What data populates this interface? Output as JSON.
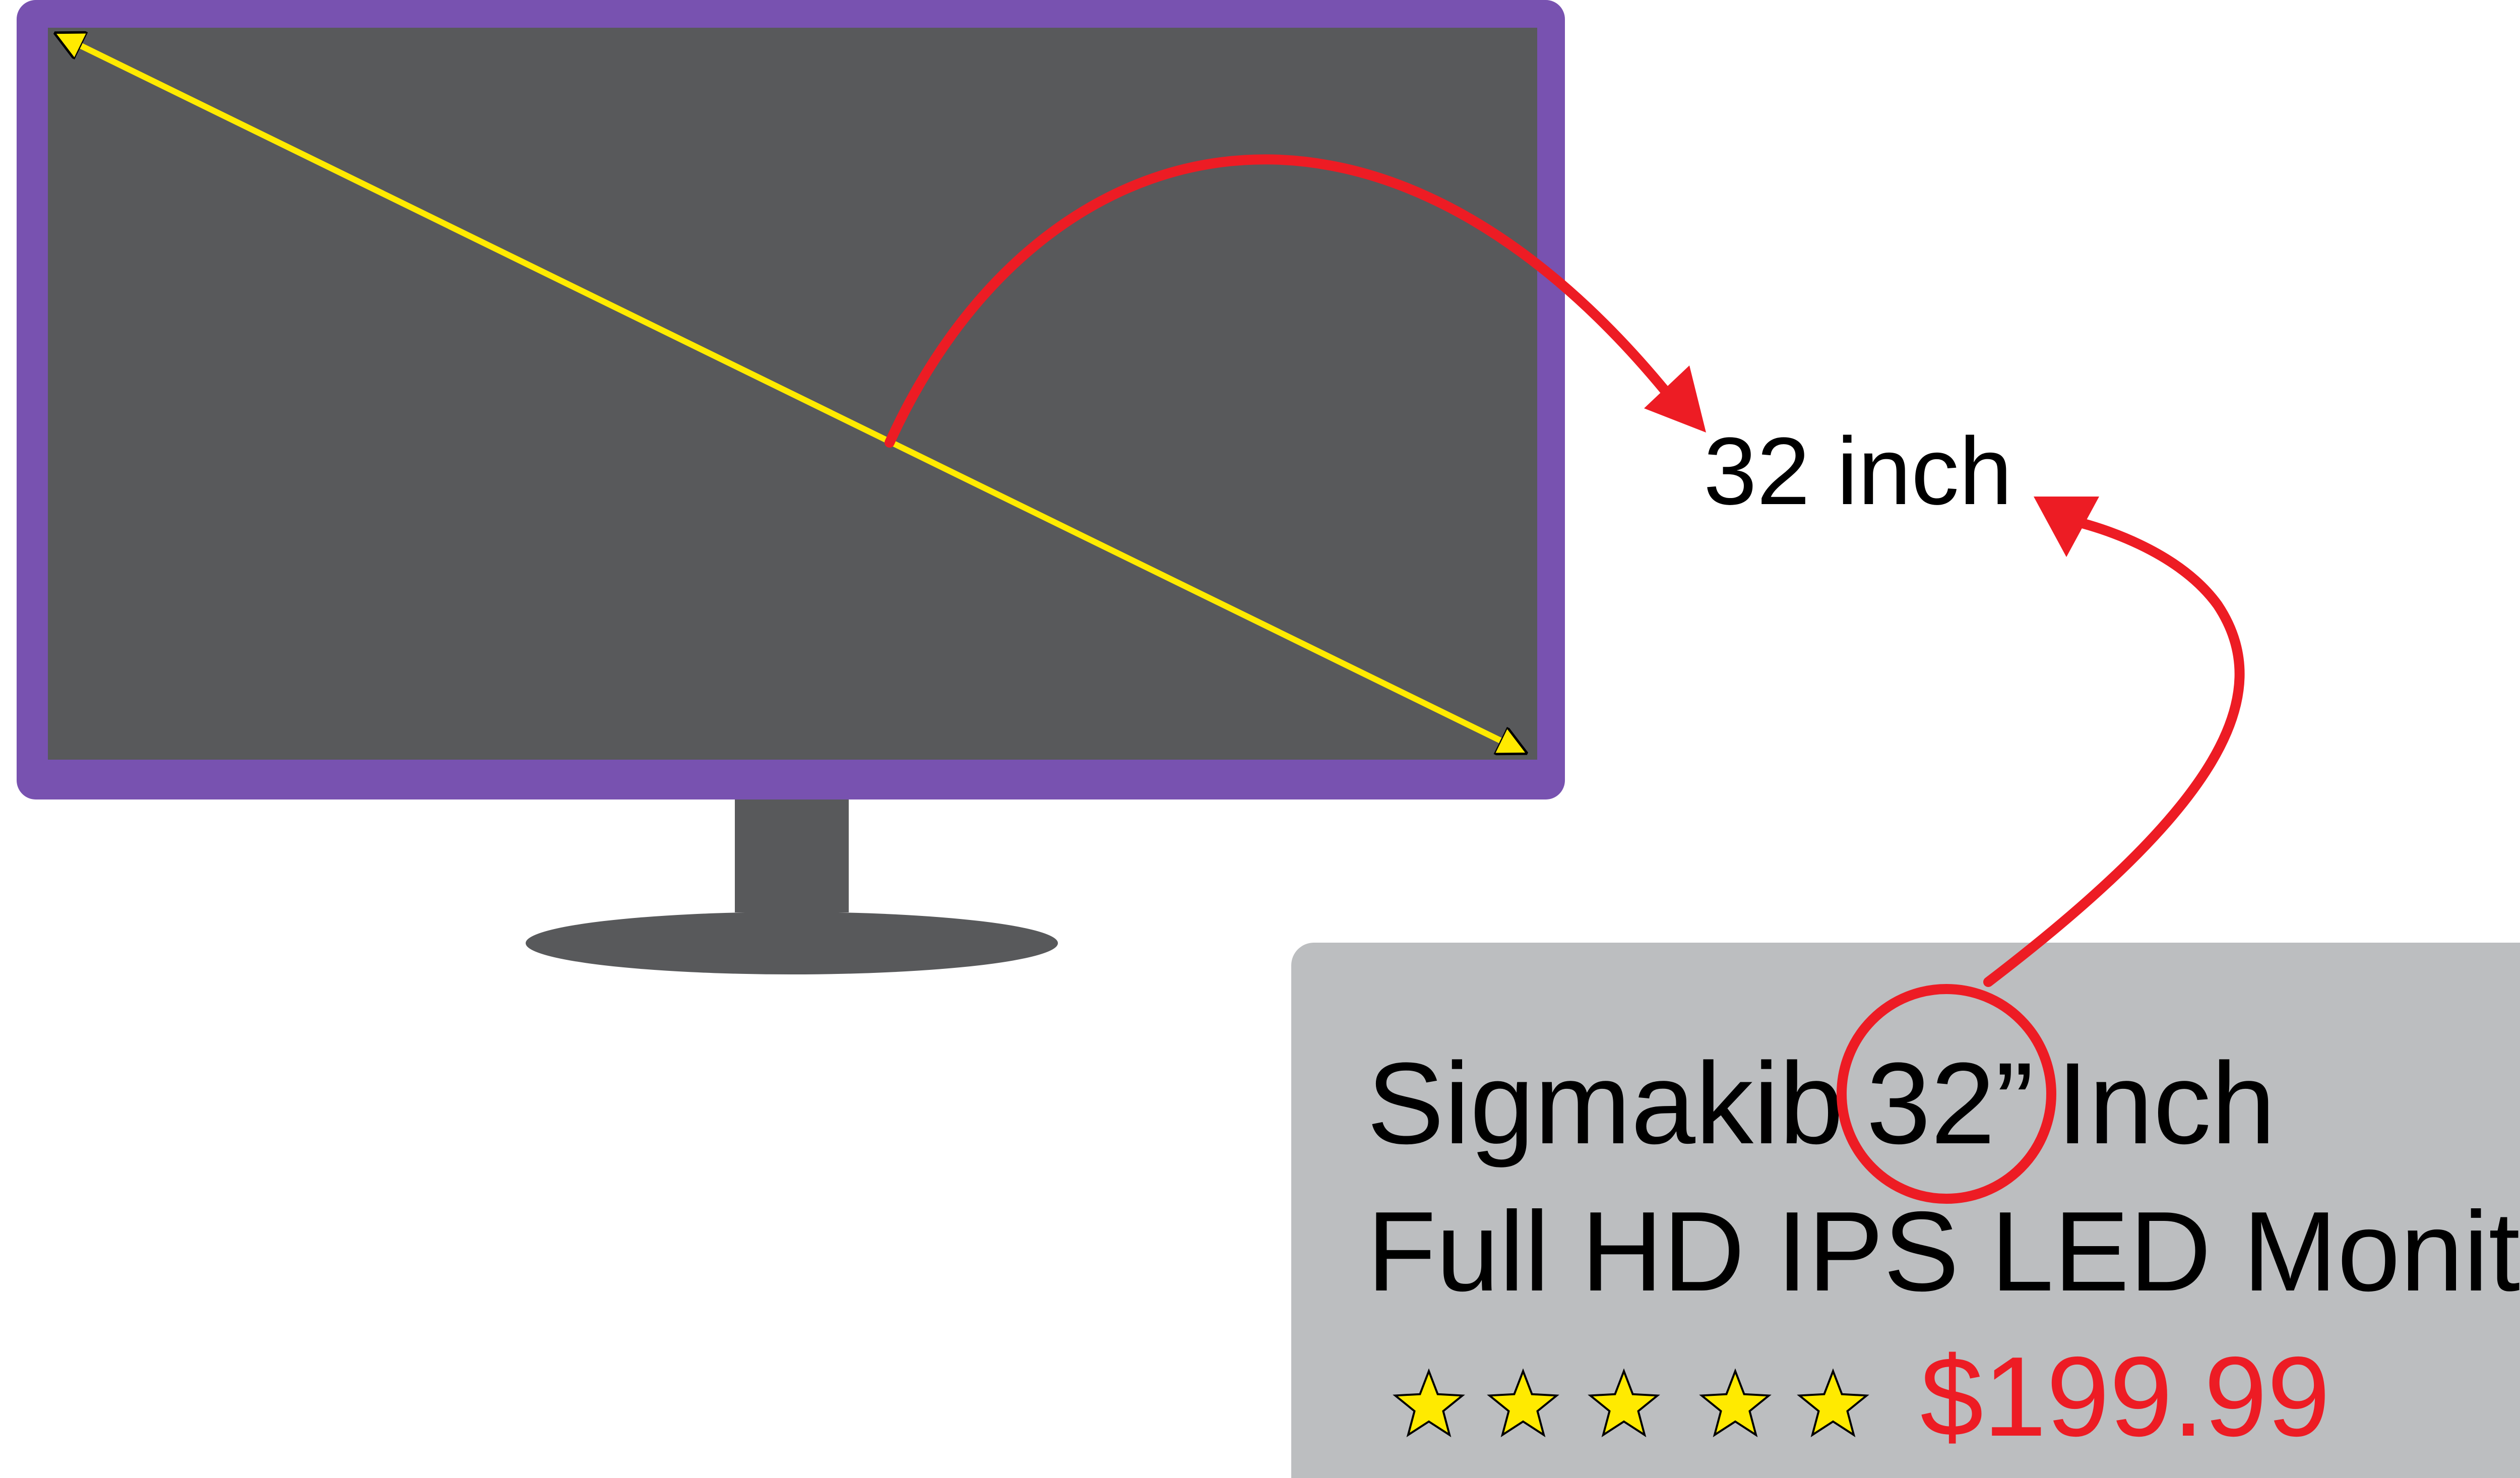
{
  "size_label": "32 inch",
  "product": {
    "brand": "Sigmakib",
    "size_highlight": "32”",
    "title_line1_rest": "Inch",
    "title_line2": "Full HD IPS LED Monitor.",
    "rating": 5,
    "rating_max": 5,
    "price": "$199.99"
  },
  "colors": {
    "monitor_frame": "#7852b0",
    "monitor_screen": "#58595b",
    "monitor_stand": "#58595b",
    "diagonal_arrow": "#ffea00",
    "callout_arrow": "#ed1c24",
    "card_background": "#bcbec0",
    "star_fill": "#ffea00",
    "price_color": "#ed1c24",
    "text_color": "#000000"
  }
}
